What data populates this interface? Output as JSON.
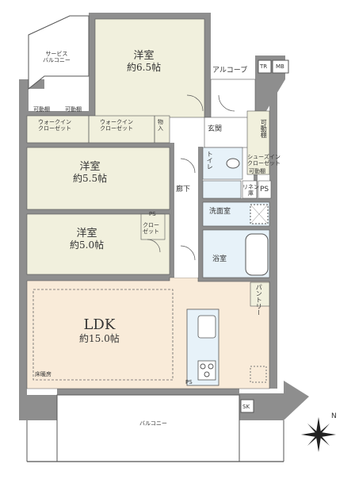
{
  "floor_plan": {
    "rooms": {
      "western_1": {
        "name": "洋室",
        "size": "約6.5帖"
      },
      "western_2": {
        "name": "洋室",
        "size": "約5.5帖"
      },
      "western_3": {
        "name": "洋室",
        "size": "約5.0帖"
      },
      "ldk": {
        "name": "LDK",
        "size": "約15.0帖"
      }
    },
    "labels": {
      "service_balcony_1": "サービス",
      "service_balcony_2": "バルコニー",
      "alcove": "アルコーブ",
      "tr": "TR",
      "mb": "MB",
      "movable_shelf_1": "可動棚",
      "movable_shelf_2": "可動棚",
      "wic_1_a": "ウォークイン",
      "wic_1_b": "クローゼット",
      "wic_2_a": "ウォークイン",
      "wic_2_b": "クローゼット",
      "storage_a": "物",
      "storage_b": "入",
      "entrance": "玄関",
      "shoe_shelf": "可動棚",
      "shoe_in_closet_a": "シューズイン",
      "shoe_in_closet_b": "クローゼット",
      "movable_shelf_3": "可動棚",
      "toilet": "トイレ",
      "linen_a": "リネン",
      "linen_b": "庫",
      "ps_1": "PS",
      "hallway": "廊下",
      "washroom": "洗面室",
      "ps_2": "PS",
      "closet_a": "クロー",
      "closet_b": "ゼット",
      "bathroom": "浴室",
      "pantry": "パントリー",
      "floor_heating": "床暖房",
      "ps_3": "PS",
      "sk": "SK",
      "balcony": "バルコニー",
      "north": "N"
    },
    "colors": {
      "wall": "#8e8e8e",
      "western_room": "#f1f0dd",
      "ldk": "#f9ebd9",
      "wet_area": "#e7f2f9",
      "floor_white": "#ffffff",
      "line": "#555555"
    }
  }
}
